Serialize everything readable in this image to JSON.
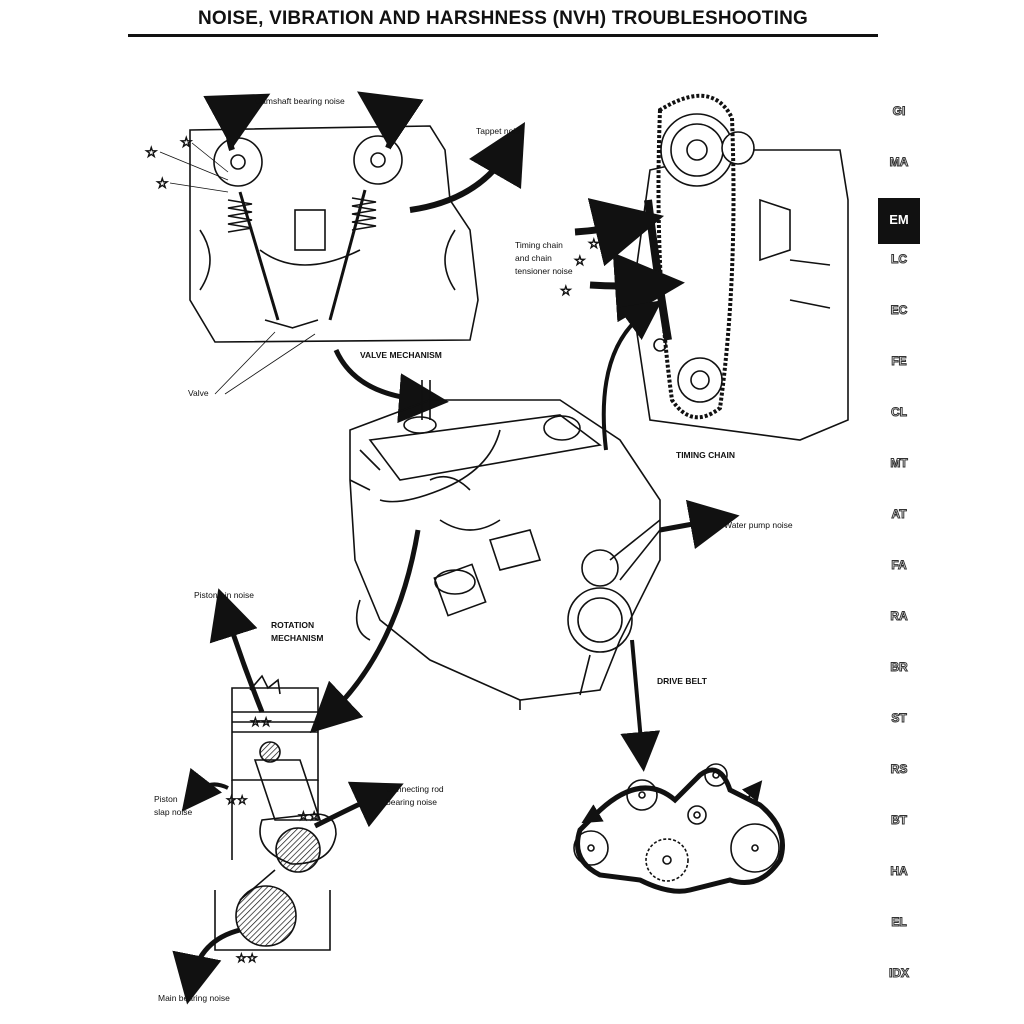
{
  "page": {
    "title": "NOISE, VIBRATION AND HARSHNESS (NVH) TROUBLESHOOTING"
  },
  "labels": {
    "camshaft_bearing_noise": "Camshaft bearing noise",
    "tappet_noise": "Tappet noise",
    "valve_mechanism": "VALVE MECHANISM",
    "valve": "Valve",
    "timing_chain_noise_line1": "Timing chain",
    "timing_chain_noise_line2": "and chain",
    "timing_chain_noise_line3": "tensioner noise",
    "timing_chain": "TIMING CHAIN",
    "water_pump_noise": "Water pump noise",
    "piston_pin_noise": "Piston pin noise",
    "rotation_mechanism_line1": "ROTATION",
    "rotation_mechanism_line2": "MECHANISM",
    "drive_belt": "DRIVE BELT",
    "piston_slap_noise_line1": "Piston",
    "piston_slap_noise_line2": "slap noise",
    "connecting_rod_noise_line1": "Connecting rod",
    "connecting_rod_noise_line2": "bearing noise",
    "main_bearing_noise": "Main bearing noise"
  },
  "side_tabs": [
    {
      "label": "GI",
      "active": false
    },
    {
      "label": "MA",
      "active": false
    },
    {
      "label": "EM",
      "active": true
    },
    {
      "label": "LC",
      "active": false
    },
    {
      "label": "EC",
      "active": false
    },
    {
      "label": "FE",
      "active": false
    },
    {
      "label": "CL",
      "active": false
    },
    {
      "label": "MT",
      "active": false
    },
    {
      "label": "AT",
      "active": false
    },
    {
      "label": "FA",
      "active": false
    },
    {
      "label": "RA",
      "active": false
    },
    {
      "label": "BR",
      "active": false
    },
    {
      "label": "ST",
      "active": false
    },
    {
      "label": "RS",
      "active": false
    },
    {
      "label": "BT",
      "active": false
    },
    {
      "label": "HA",
      "active": false
    },
    {
      "label": "EL",
      "active": false
    },
    {
      "label": "IDX",
      "active": false
    }
  ]
}
